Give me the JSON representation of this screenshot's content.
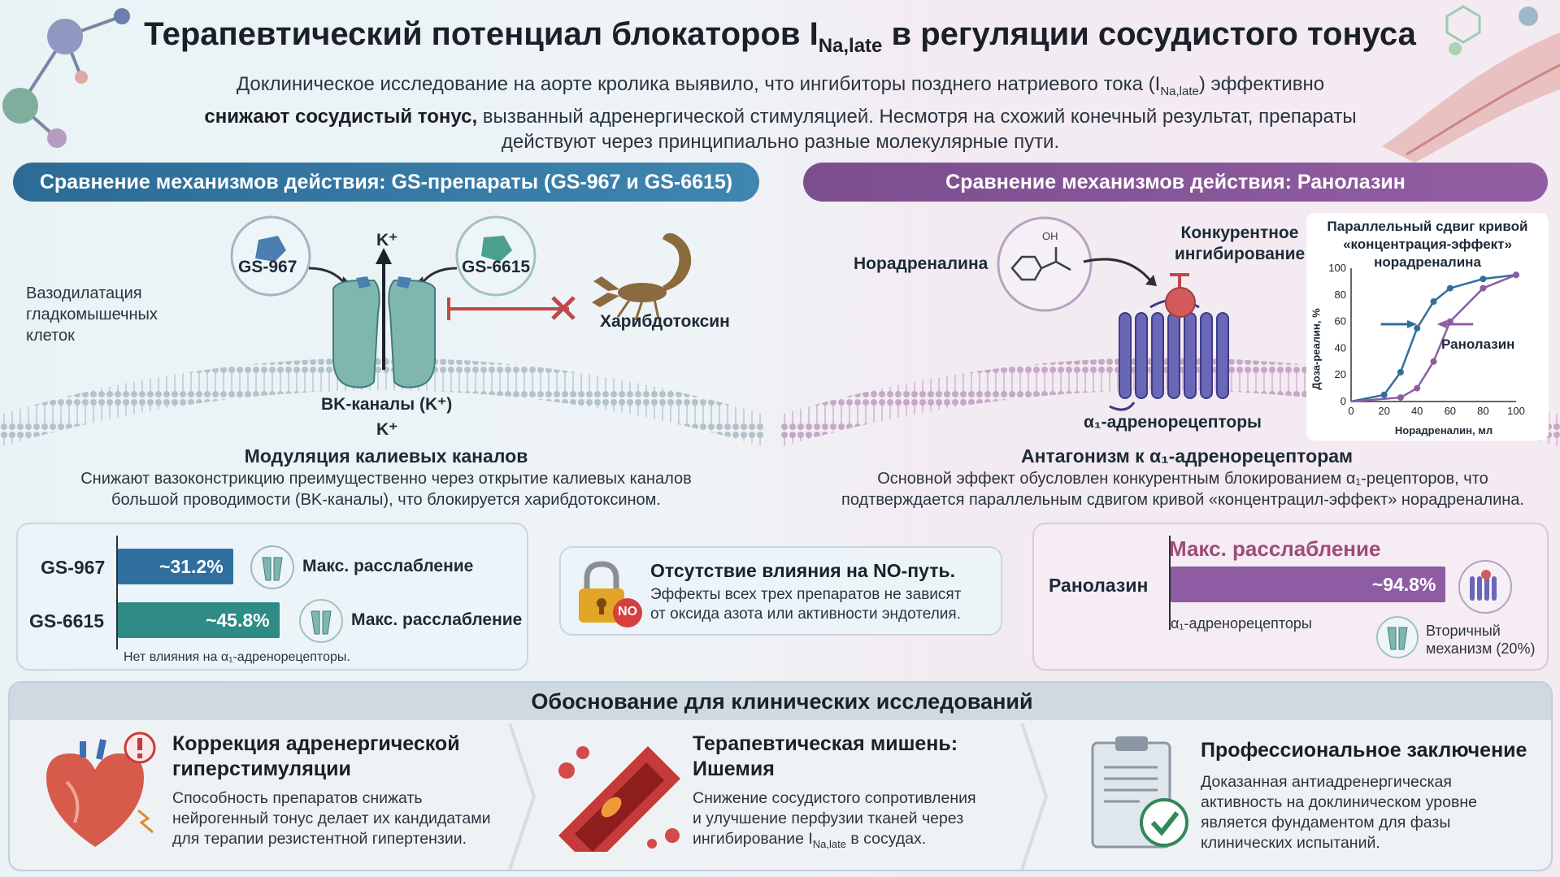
{
  "header": {
    "title_before": "Терапевтический потенциал блокаторов I",
    "title_sub": "Na,late",
    "title_after": " в регуляции сосудистого тонуса",
    "intro_line1_before": "Доклиническое исследование на аорте кролика выявило, что ингибиторы позднего натриевого тока (I",
    "intro_line1_sub": "Na,late",
    "intro_line1_after": ") эффективно",
    "intro_bold": "снижают сосудистый тонус,",
    "intro_line2_after": " вызванный адренергической стимуляцией. Несмотря на схожий конечный результат, препараты",
    "intro_line3": "действуют через принципиально разные молекулярные пути."
  },
  "left": {
    "banner": "Сравнение механизмов действия: GS-препараты (GS-967 и GS-6615)",
    "vasodilation": [
      "Вазодилатация",
      "гладкомышечных",
      "клеток"
    ],
    "drug1": "GS-967",
    "drug2": "GS-6615",
    "k_top": "K⁺",
    "k_bottom": "K⁺",
    "channel_label": "BK-каналы (K⁺)",
    "toxin": "Харибдотоксин",
    "section_title": "Модуляция калиевых каналов",
    "section_text1": "Снижают вазоконстрикцию преимущественно через открытие калиевых каналов",
    "section_text2": "большой проводимости (BK-каналы), что блокируется харибдотоксином.",
    "bars": [
      {
        "name": "GS-967",
        "value": 31.2,
        "label": "~31.2%",
        "caption": "Макс. расслабление",
        "color": "#2f6f9e"
      },
      {
        "name": "GS-6615",
        "value": 45.8,
        "label": "~45.8%",
        "caption": "Макс. расслабление",
        "color": "#2e8b86"
      }
    ],
    "note": "Нет влияния на α₁-адренорецепторы."
  },
  "center_box": {
    "title": "Отсутствие влияния на NO-путь.",
    "text1": "Эффекты всех трех препаратов не зависят",
    "text2": "от оксида азота или активности эндотелия.",
    "badge": "NO"
  },
  "right": {
    "banner": "Сравнение механизмов действия: Ранолазин",
    "noradrenaline": "Норадреналина",
    "oh": "OH",
    "competitive": [
      "Конкурентное",
      "ингибирование"
    ],
    "receptor_label": "α₁-адренорецепторы",
    "section_title": "Антагонизм к α₁-адренорецепторам",
    "section_text1": "Основной эффект обусловлен конкурентным блокированием α₁-рецепторов, что",
    "section_text2": "подтверждается параллельным сдвигом кривой «концентрацил-эффект» норадреналина.",
    "bar_title": "Макс. расслабление",
    "bar_name": "Ранолазин",
    "bar_value": 94.8,
    "bar_label": "~94.8%",
    "bar_color": "#8e5ca3",
    "bar_sub": "α₁-адренорецепторы",
    "secondary": [
      "Вторичный",
      "механизм (20%)"
    ]
  },
  "chart_data": {
    "type": "line",
    "title": "Параллельный сдвиг кривой «концентрация-эффект» норадреналина",
    "title_lines": [
      "Параллельный сдвиг кривой",
      "«концентрация-эффект»",
      "норадреналина"
    ],
    "xlabel": "Норадреналин, мл",
    "ylabel": "Доза-реалин, %",
    "xlim": [
      0,
      100
    ],
    "ylim": [
      0,
      100
    ],
    "xticks": [
      0,
      20,
      40,
      60,
      80,
      100
    ],
    "yticks": [
      0,
      20,
      40,
      60,
      80,
      100
    ],
    "annotation": "Ранолазин",
    "series": [
      {
        "color": "#2f6f9e",
        "x": [
          0,
          20,
          30,
          40,
          50,
          60,
          80,
          100
        ],
        "y": [
          0,
          5,
          22,
          55,
          75,
          85,
          92,
          95
        ]
      },
      {
        "color": "#8e5ca3",
        "x": [
          0,
          30,
          40,
          50,
          60,
          80,
          100
        ],
        "y": [
          0,
          3,
          10,
          30,
          60,
          85,
          95
        ]
      }
    ]
  },
  "clinical": {
    "banner": "Обоснование для клинических исследований",
    "cards": [
      {
        "title": [
          "Коррекция адренергической",
          "гиперстимуляции"
        ],
        "text": [
          "Способность препаратов снижать",
          "нейрогенный тонус делает их кандидатами",
          "для терапии резистентной гипертензии."
        ]
      },
      {
        "title": [
          "Терапевтическая мишень:",
          "Ишемия"
        ],
        "text": [
          "Снижение сосудистого сопротивления",
          "и улучшение перфузии тканей через"
        ],
        "text_last_before": "ингибирование I",
        "text_last_sub": "Na,late",
        "text_last_after": " в сосудах."
      },
      {
        "title": [
          "Профессиональное заключение"
        ],
        "text": [
          "Доказанная антиадренергическая",
          "активность на доклиническом уровне",
          "является фундаментом для фазы",
          "клинических испытаний."
        ]
      }
    ]
  }
}
